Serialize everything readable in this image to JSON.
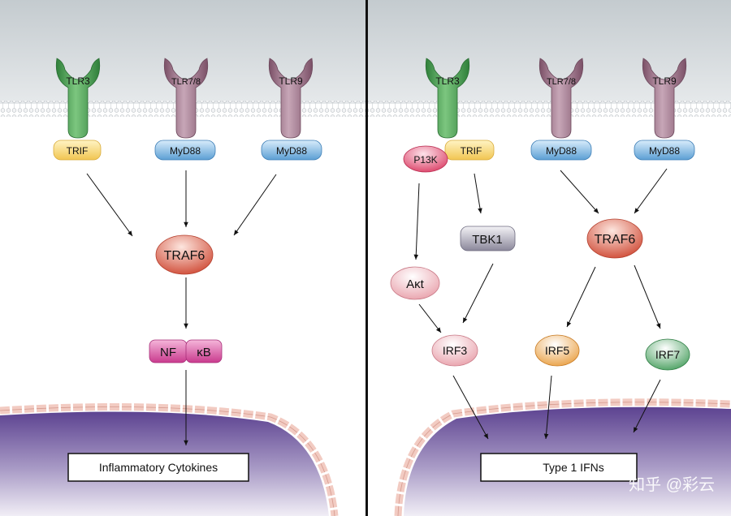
{
  "left_panel": {
    "receptors": [
      "TLR3",
      "TLR7/8",
      "TLR9"
    ],
    "adaptors": [
      "TRIF",
      "MyD88",
      "MyD88"
    ],
    "traf6": "TRAF6",
    "nfkb": [
      "NF",
      "κB"
    ],
    "output": "Inflammatory Cytokines"
  },
  "right_panel": {
    "receptors": [
      "TLR3",
      "TLR7/8",
      "TLR9"
    ],
    "adaptors": [
      "P13K",
      "TRIF",
      "MyD88",
      "MyD88"
    ],
    "akt": "Aκt",
    "tbk1": "TBK1",
    "traf6": "TRAF6",
    "irfs": [
      "IRF3",
      "IRF5",
      "IRF7"
    ],
    "output": "Type 1 IFNs"
  },
  "watermark": "知乎 @彩云",
  "colors": {
    "membrane_top": "#c4cbcf",
    "membrane_bottom": "#eef0f1",
    "tlr3": "#3f9a4a",
    "tlr_other": "#8e6479",
    "trif": "#f4d06a",
    "myd88": "#5c9fd4",
    "traf6": "#d0503b",
    "nfkb": "#c93a8d",
    "p13k": "#d9365e",
    "tbk1": "#8a879a",
    "akt_irf3": "#e79aa5",
    "irf5": "#e89a38",
    "irf7": "#3f9a56",
    "nucleus": "#5a3d8c"
  }
}
